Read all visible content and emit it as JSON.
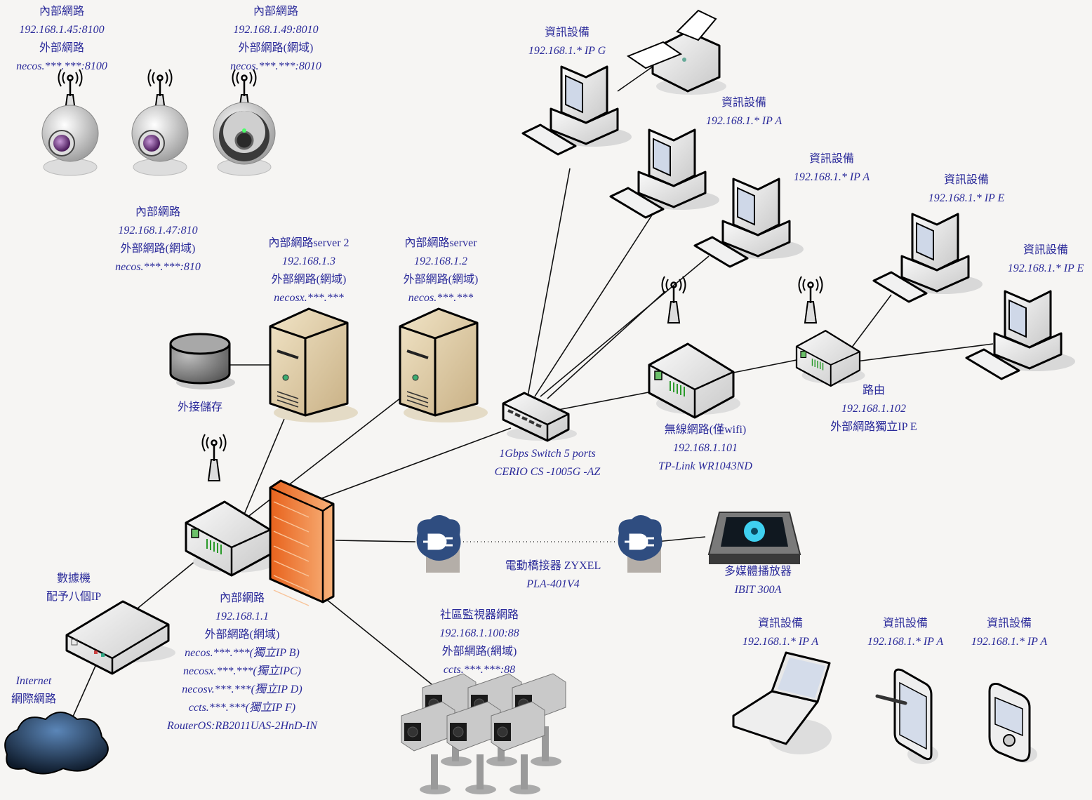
{
  "title": "Home network topology",
  "colors": {
    "label_text": "#2a2a9a",
    "background": "#f6f5f3",
    "firewall": "#f07a30",
    "server": "#e6d3ad",
    "plug_cloud": "#2f4d80",
    "internet_cloud": "#1f3550",
    "link": "#111111"
  },
  "nodes": {
    "webcam1": {
      "icon": "webcam-icon",
      "lines": [
        "內部網路",
        "192.168.1.45:8100",
        "外部網路",
        "necos.***.***:8100"
      ]
    },
    "webcam2": {
      "icon": "webcam-icon",
      "lines": [
        "內部網路",
        "192.168.1.47:810",
        "外部網路(網域)",
        "necos.***.***:810"
      ]
    },
    "webcam3": {
      "icon": "webcam-dark-icon",
      "lines": [
        "內部網路",
        "192.168.1.49:8010",
        "外部網路(網域)",
        "necos.***.***:8010"
      ]
    },
    "server2": {
      "icon": "server-tower-icon",
      "lines": [
        "內部網路server 2",
        "192.168.1.3",
        "外部網路(網域)",
        "necosx.***.***"
      ]
    },
    "server1": {
      "icon": "server-tower-icon",
      "lines": [
        "內部網路server",
        "192.168.1.2",
        "外部網路(網域)",
        "necos.***.***"
      ]
    },
    "storage": {
      "icon": "disk-storage-icon",
      "lines": [
        "外接儲存"
      ]
    },
    "pc_g": {
      "icon": "desktop-pc-icon",
      "lines": [
        "資訊設備",
        "192.168.1.* IP G"
      ]
    },
    "printer": {
      "icon": "printer-icon",
      "lines": []
    },
    "pc_a1": {
      "icon": "desktop-pc-icon",
      "lines": [
        "資訊設備",
        "192.168.1.* IP A"
      ]
    },
    "pc_a2": {
      "icon": "desktop-pc-icon",
      "lines": [
        "資訊設備",
        "192.168.1.* IP A"
      ]
    },
    "pc_e1": {
      "icon": "desktop-pc-icon",
      "lines": [
        "資訊設備",
        "192.168.1.* IP E"
      ]
    },
    "pc_e2": {
      "icon": "desktop-pc-icon",
      "lines": [
        "資訊設備",
        "192.168.1.* IP E"
      ]
    },
    "switch": {
      "icon": "network-switch-icon",
      "lines": [
        "1Gbps Switch  5 ports",
        "CERIO CS -1005G -AZ"
      ]
    },
    "wifi_ap": {
      "icon": "wireless-router-icon",
      "lines": [
        "無線網路(僅wifi)",
        "192.168.1.101",
        "TP-Link  WR1043ND"
      ]
    },
    "router2": {
      "icon": "wireless-router-icon",
      "lines": [
        "路由",
        "192.168.1.102",
        "外部網路獨立IP E"
      ]
    },
    "main_router": {
      "icon": "wireless-router-icon",
      "lines": [
        "內部網路",
        "192.168.1.1",
        "外部網路(網域)",
        "necos.***.***(獨立IP B)",
        "necosx.***.***(獨立IPC)",
        "necosv.***.***(獨立IP D)",
        "ccts.***.***(獨立IP F)",
        "RouterOS:RB2011UAS-2HnD-IN"
      ]
    },
    "firewall": {
      "icon": "firewall-icon",
      "lines": []
    },
    "plc": {
      "icon": "powerline-plug-icon",
      "lines": [
        "電動橋接器 ZYXEL",
        "PLA-401V4"
      ]
    },
    "media_player": {
      "icon": "media-player-icon",
      "lines": [
        "多媒體播放器",
        "IBIT 300A"
      ]
    },
    "modem": {
      "icon": "modem-icon",
      "lines": [
        "數據機",
        "配予八個IP"
      ]
    },
    "internet": {
      "icon": "cloud-icon",
      "lines": [
        "Internet",
        "網際網路"
      ]
    },
    "cctv": {
      "icon": "cctv-camera-icon",
      "lines": [
        "社區監視器網路",
        "192.168.1.100:88",
        "外部網路(網域)",
        "ccts.***.***:88"
      ]
    },
    "laptop": {
      "icon": "laptop-icon",
      "lines": [
        "資訊設備",
        "192.168.1.* IP A"
      ]
    },
    "tablet": {
      "icon": "tablet-icon",
      "lines": [
        "資訊設備",
        "192.168.1.* IP A"
      ]
    },
    "pda": {
      "icon": "pda-icon",
      "lines": [
        "資訊設備",
        "192.168.1.* IP A"
      ]
    }
  },
  "links": [
    [
      "storage",
      "server2"
    ],
    [
      "server2",
      "main_router"
    ],
    [
      "server1",
      "main_router"
    ],
    [
      "switch",
      "firewall"
    ],
    [
      "firewall",
      "plc"
    ],
    [
      "firewall",
      "cctv"
    ],
    [
      "main_router",
      "modem"
    ],
    [
      "modem",
      "internet"
    ],
    [
      "switch",
      "pc_g"
    ],
    [
      "switch",
      "pc_a1"
    ],
    [
      "switch",
      "pc_a2"
    ],
    [
      "switch",
      "wifi_ap"
    ],
    [
      "switch",
      "wifi_ap_ant"
    ],
    [
      "wifi_ap",
      "router2"
    ],
    [
      "router2",
      "pc_e1"
    ],
    [
      "router2",
      "pc_e2"
    ],
    [
      "pc_g",
      "printer"
    ],
    [
      "plc_b",
      "media_player"
    ]
  ],
  "dotted_links": [
    [
      "plc",
      "plc_b"
    ]
  ]
}
